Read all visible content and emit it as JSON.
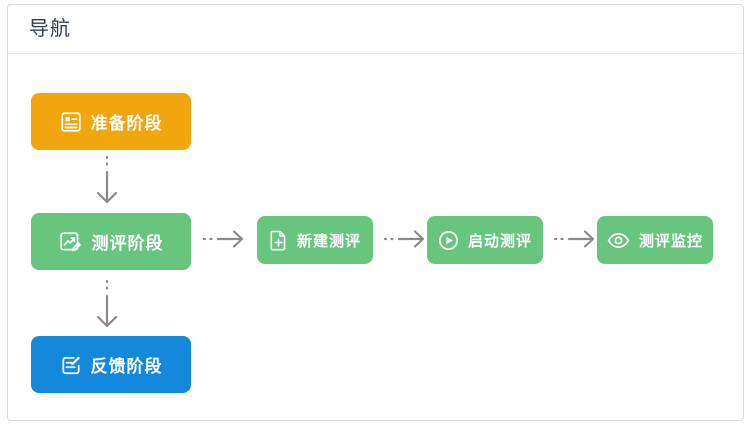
{
  "window": {
    "title": "导航"
  },
  "colors": {
    "title_text": "#2F4156",
    "card_border": "#D9D9D9",
    "divider": "#E9E9E9",
    "arrow": "#8A8A8A",
    "button_text": "#FFFFFF",
    "orange": "#F2A60D",
    "green": "#68C57E",
    "blue": "#1489DC"
  },
  "flow": {
    "stages": [
      {
        "label": "准备阶段",
        "icon": "document-list-icon",
        "color": "#F2A60D"
      },
      {
        "label": "测评阶段",
        "icon": "chart-edit-icon",
        "color": "#68C57E"
      },
      {
        "label": "反馈阶段",
        "icon": "edit-square-icon",
        "color": "#1489DC"
      }
    ],
    "steps": [
      {
        "label": "新建测评",
        "icon": "file-add-icon",
        "color": "#68C57E"
      },
      {
        "label": "启动测评",
        "icon": "play-circle-icon",
        "color": "#68C57E"
      },
      {
        "label": "测评监控",
        "icon": "eye-icon",
        "color": "#68C57E"
      }
    ]
  }
}
